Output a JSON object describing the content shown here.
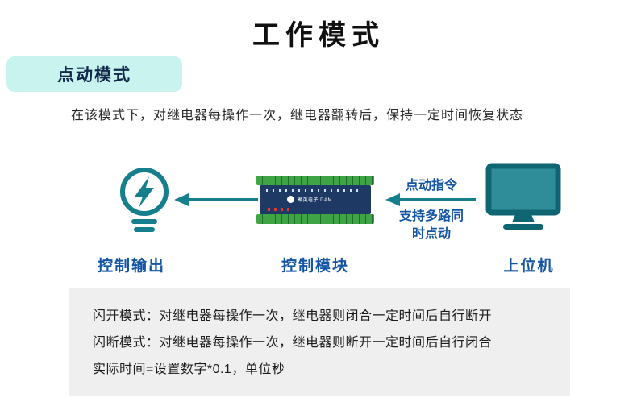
{
  "page": {
    "title": "工作模式",
    "badge": "点动模式",
    "description": "在该模式下，对继电器每操作一次，继电器翻转后，保持一定时间恢复状态"
  },
  "diagram": {
    "left_label": "控制输出",
    "center_label": "控制模块",
    "right_label": "上位机",
    "command_label": "点动指令",
    "support_line1": "支持多路同",
    "support_line2": "时点动",
    "device_brand": "聚英电子 DAM"
  },
  "notes": {
    "line1": "闪开模式：对继电器每操作一次，继电器则闭合一定时间后自行断开",
    "line2": "闪断模式：对继电器每操作一次，继电器则断开一定时间后自行闭合",
    "line3": "实际时间=设置数字*0.1，单位秒"
  },
  "colors": {
    "accent_teal": "#157f8d",
    "label_blue": "#1456a5",
    "badge_bg": "#c9f3ee",
    "notes_bg": "#efefef"
  }
}
